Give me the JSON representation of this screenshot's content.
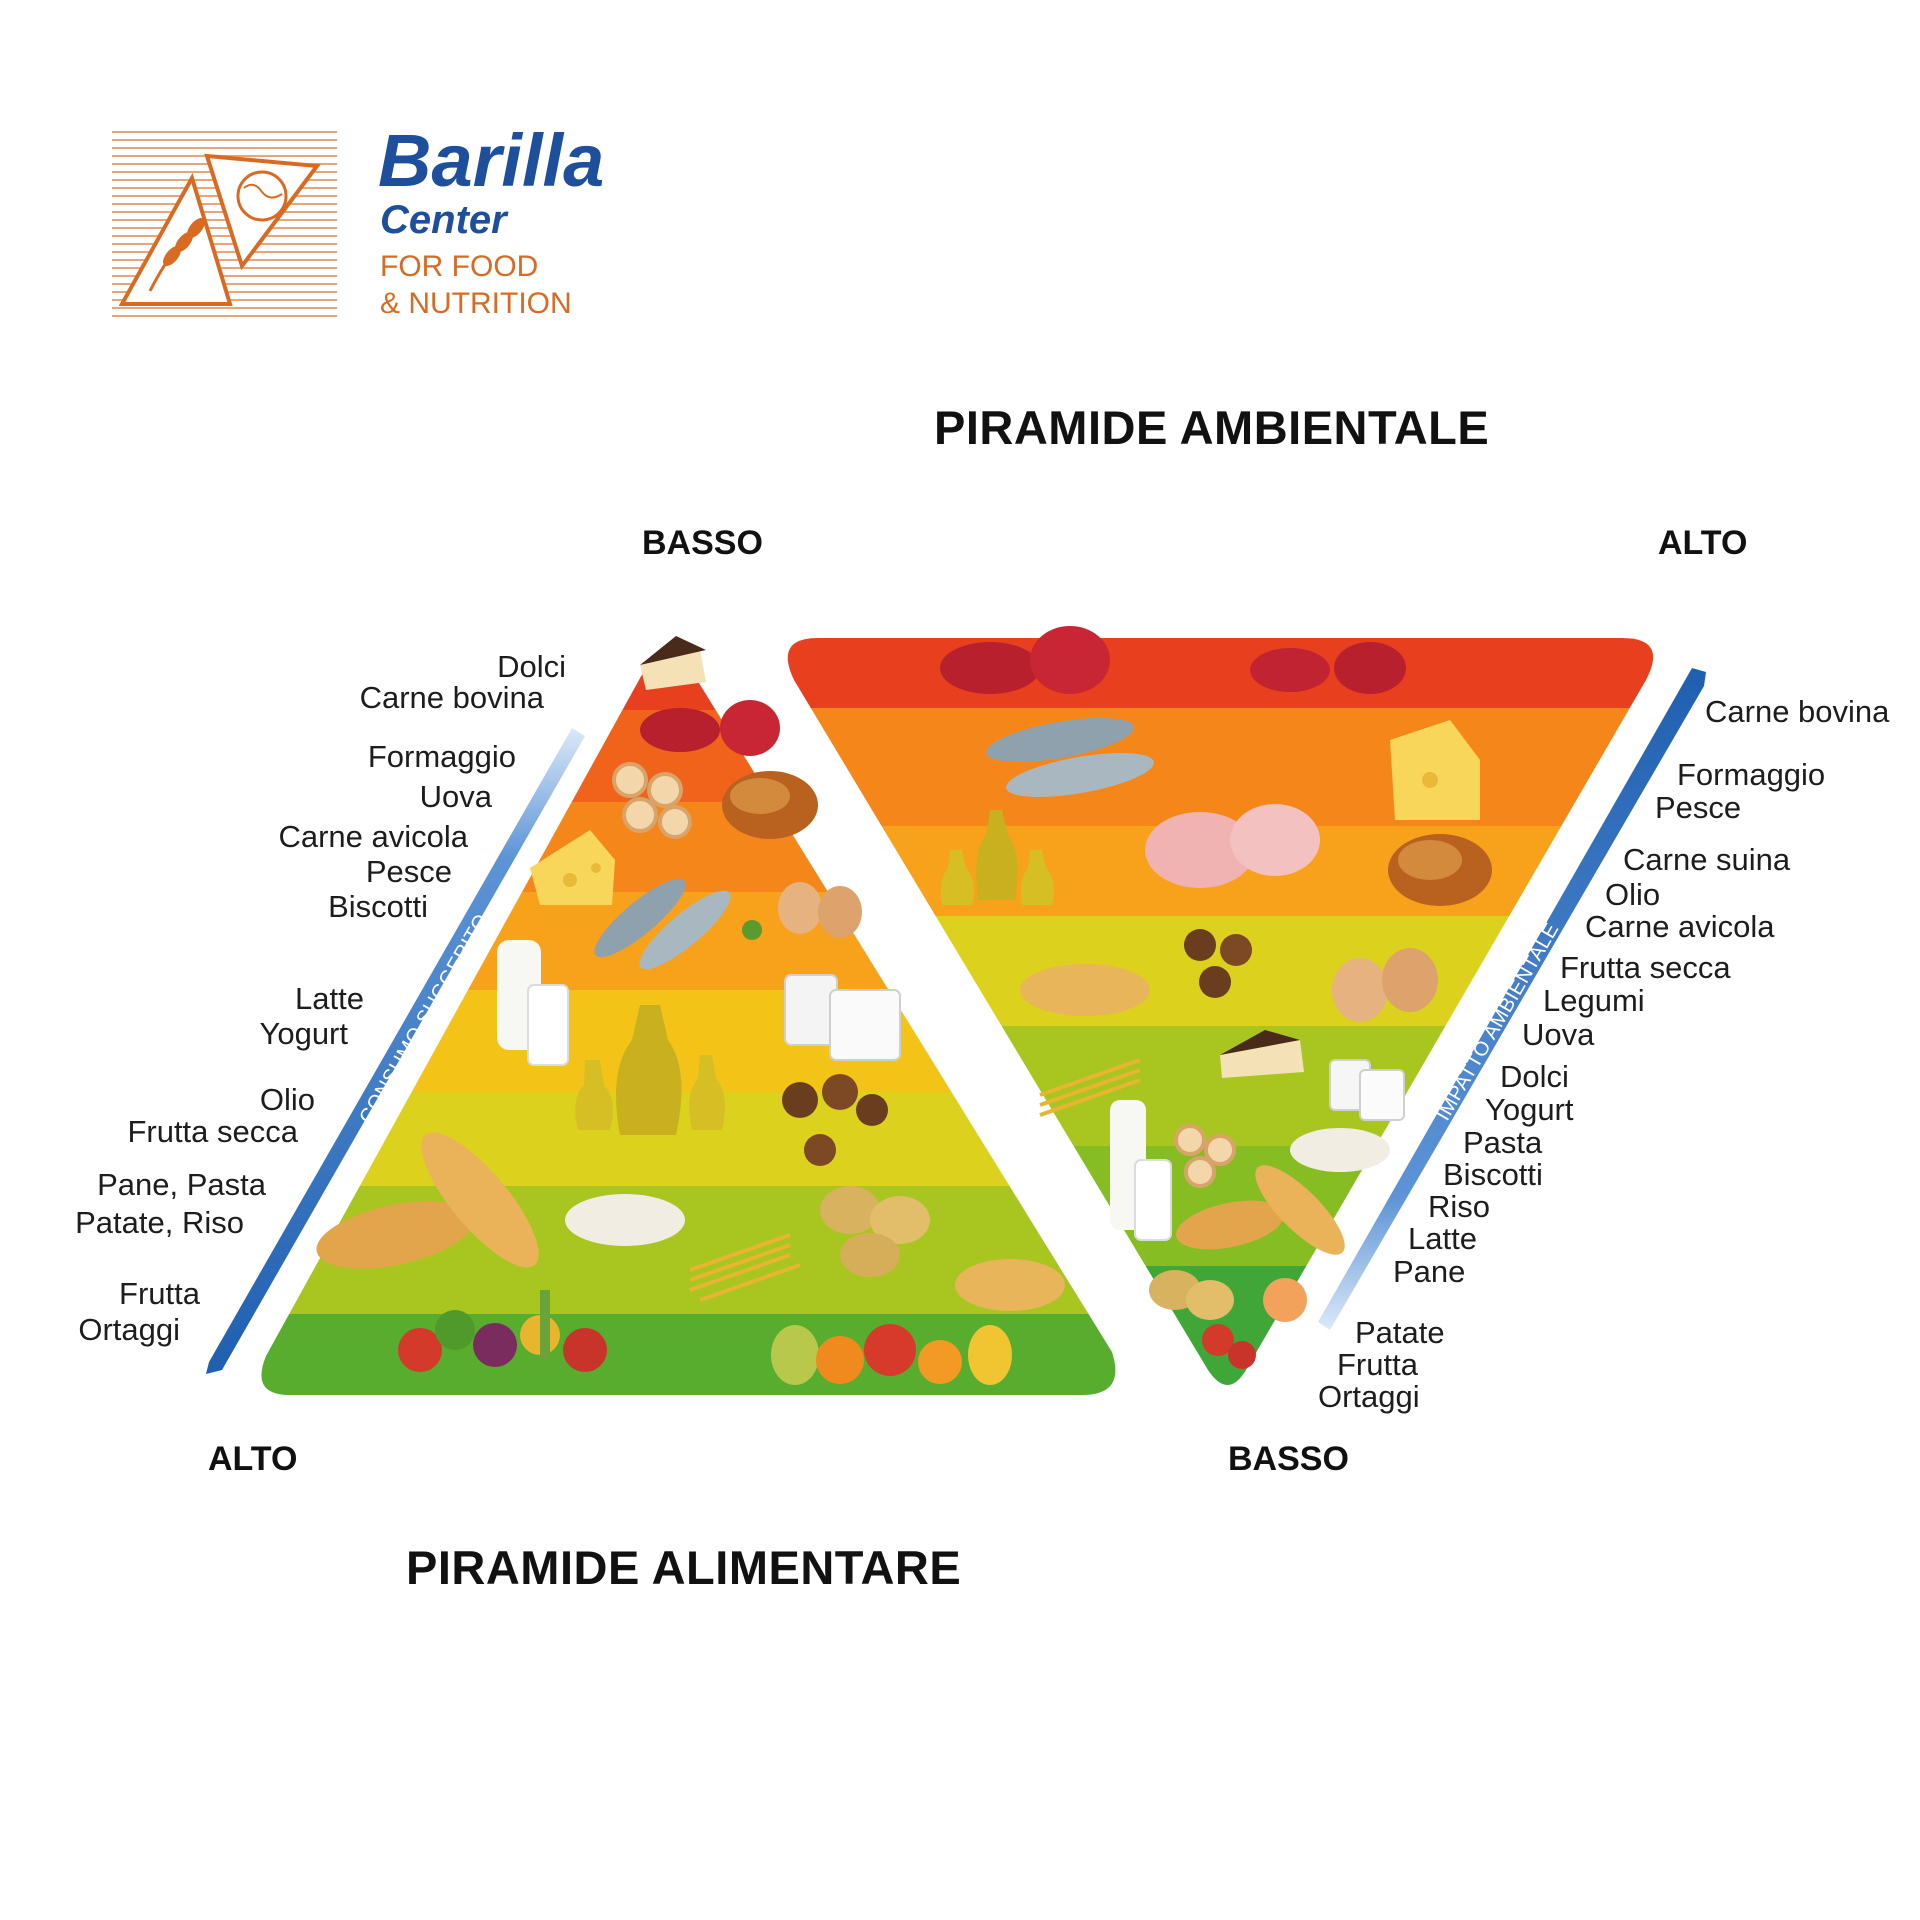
{
  "logo": {
    "brand": "Barilla",
    "center": "Center",
    "line1": "FOR FOOD",
    "line2": "& NUTRITION",
    "brand_color": "#1d4f9c",
    "accent_color": "#d96a22"
  },
  "environmental_pyramid": {
    "title": "PIRAMIDE AMBIENTALE",
    "top_label": "ALTO",
    "bottom_label": "BASSO",
    "axis_label": "IMPATTO AMBIENTALE",
    "items": [
      "Carne bovina",
      "Formaggio",
      "Pesce",
      "Carne suina",
      "Olio",
      "Carne avicola",
      "Frutta secca",
      "Legumi",
      "Uova",
      "Dolci",
      "Yogurt",
      "Pasta",
      "Biscotti",
      "Riso",
      "Latte",
      "Pane",
      "Patate",
      "Frutta",
      "Ortaggi"
    ]
  },
  "food_pyramid": {
    "title": "PIRAMIDE ALIMENTARE",
    "top_label": "BASSO",
    "bottom_label": "ALTO",
    "axis_label": "CONSUMO SUGGERITO",
    "items": [
      "Dolci",
      "Carne bovina",
      "Formaggio",
      "Uova",
      "Carne avicola",
      "Pesce",
      "Biscotti",
      "Latte",
      "Yogurt",
      "Olio",
      "Frutta secca",
      "Pane, Pasta",
      "Patate, Riso",
      "Frutta",
      "Ortaggi"
    ]
  },
  "band_colors": [
    "#e8401e",
    "#f1631a",
    "#f5861a",
    "#f7a21a",
    "#f3c318",
    "#dcd11c",
    "#a8c61f",
    "#6fb52a",
    "#3fa637"
  ]
}
